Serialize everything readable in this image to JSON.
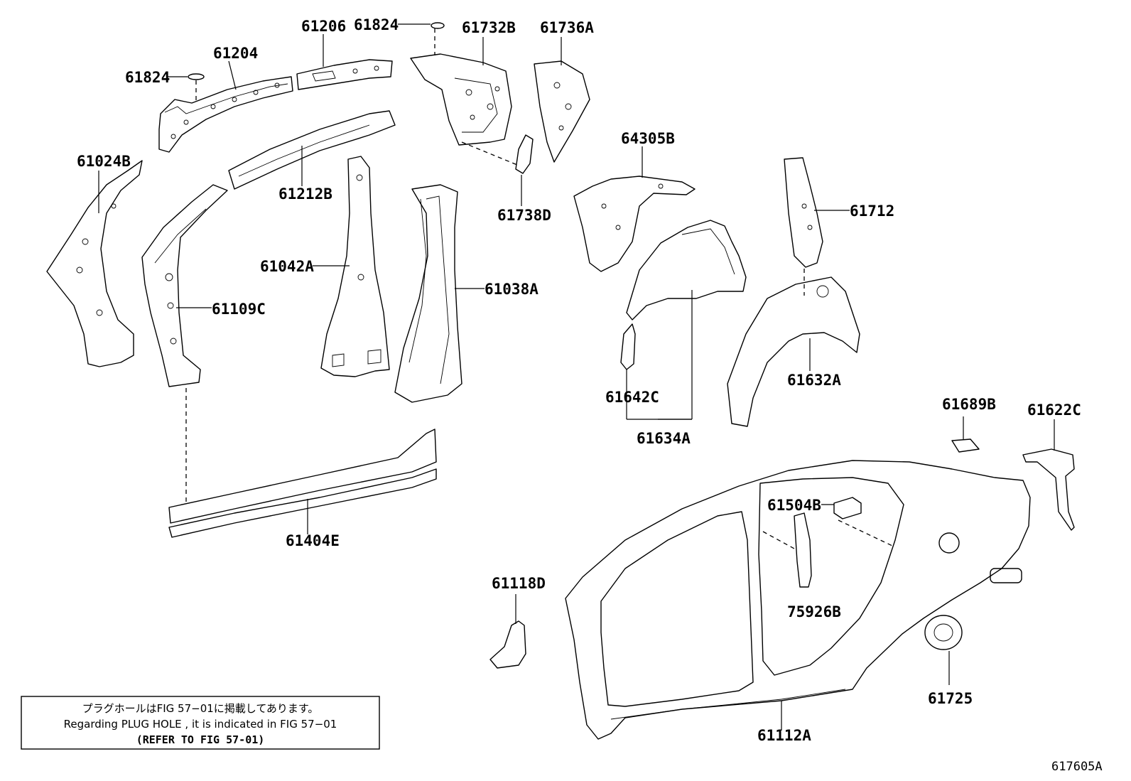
{
  "parts": [
    {
      "id": "p61824a",
      "label": "61824"
    },
    {
      "id": "p61204",
      "label": "61204"
    },
    {
      "id": "p61206",
      "label": "61206"
    },
    {
      "id": "p61824b",
      "label": "61824"
    },
    {
      "id": "p61732B",
      "label": "61732B"
    },
    {
      "id": "p61736A",
      "label": "61736A"
    },
    {
      "id": "p61024B",
      "label": "61024B"
    },
    {
      "id": "p61212B",
      "label": "61212B"
    },
    {
      "id": "p61738D",
      "label": "61738D"
    },
    {
      "id": "p64305B",
      "label": "64305B"
    },
    {
      "id": "p61712",
      "label": "61712"
    },
    {
      "id": "p61042A",
      "label": "61042A"
    },
    {
      "id": "p61038A",
      "label": "61038A"
    },
    {
      "id": "p61109C",
      "label": "61109C"
    },
    {
      "id": "p61632A",
      "label": "61632A"
    },
    {
      "id": "p61642C",
      "label": "61642C"
    },
    {
      "id": "p61634A",
      "label": "61634A"
    },
    {
      "id": "p61689B",
      "label": "61689B"
    },
    {
      "id": "p61622C",
      "label": "61622C"
    },
    {
      "id": "p61404E",
      "label": "61404E"
    },
    {
      "id": "p61504B",
      "label": "61504B"
    },
    {
      "id": "p61118D",
      "label": "61118D"
    },
    {
      "id": "p75926B",
      "label": "75926B"
    },
    {
      "id": "p61725",
      "label": "61725"
    },
    {
      "id": "p61112A",
      "label": "61112A"
    }
  ],
  "note": {
    "line1": "プラグホールはFIG 57−01に掲載してあります。",
    "line2": "Regarding  PLUG  HOLE , it is indicated in  FIG  57−01",
    "line3": "(REFER TO FIG 57-01)"
  },
  "figure_code": "617605A"
}
